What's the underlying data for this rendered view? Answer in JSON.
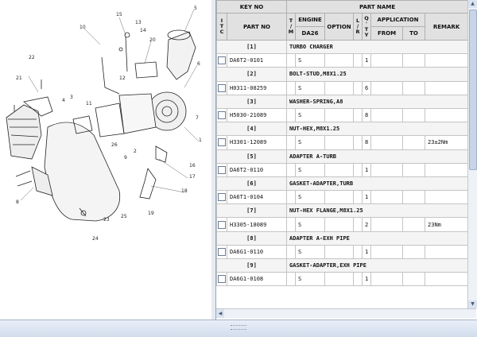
{
  "diagram": {
    "callouts": [
      "1",
      "2",
      "3",
      "4",
      "5",
      "6",
      "7",
      "8",
      "9",
      "10",
      "11",
      "12",
      "13",
      "14",
      "15",
      "16",
      "17",
      "18",
      "19",
      "20",
      "21",
      "22",
      "23",
      "24",
      "25",
      "26"
    ]
  },
  "table": {
    "headers": {
      "key_no": "KEY NO",
      "part_name": "PART NAME",
      "itc": [
        "I",
        "T",
        "C"
      ],
      "part_no": "PART NO",
      "tm": [
        "T",
        "/",
        "M"
      ],
      "engine": "ENGINE",
      "engine_model": "DA26",
      "option": "OPTION",
      "lr": [
        "L",
        "/",
        "R"
      ],
      "qty": [
        "Q",
        "'",
        "T",
        "Y"
      ],
      "application": "APPLICATION",
      "from": "FROM",
      "to": "TO",
      "remark": "REMARK"
    },
    "groups": [
      {
        "key": "[1]",
        "name": "TURBO CHARGER",
        "part_no": "DA6T2-0101",
        "tm": "S",
        "qty": "1",
        "remark": ""
      },
      {
        "key": "[2]",
        "name": "BOLT-STUD,M8X1.25",
        "part_no": "H0311-08259",
        "tm": "S",
        "qty": "6",
        "remark": ""
      },
      {
        "key": "[3]",
        "name": "WASHER-SPRING,A8",
        "part_no": "H5030-21089",
        "tm": "S",
        "qty": "8",
        "remark": ""
      },
      {
        "key": "[4]",
        "name": "NUT-HEX,M8X1.25",
        "part_no": "H3301-12089",
        "tm": "S",
        "qty": "8",
        "remark": "23±2Nm"
      },
      {
        "key": "[5]",
        "name": "ADAPTER A-TURB",
        "part_no": "DA6T2-0110",
        "tm": "S",
        "qty": "1",
        "remark": ""
      },
      {
        "key": "[6]",
        "name": "GASKET-ADAPTER,TURB",
        "part_no": "DA6T1-0104",
        "tm": "S",
        "qty": "1",
        "remark": ""
      },
      {
        "key": "[7]",
        "name": "NUT-HEX FLANGE,M8X1.25",
        "part_no": "H3305-18089",
        "tm": "S",
        "qty": "2",
        "remark": "23Nm"
      },
      {
        "key": "[8]",
        "name": "ADAPTER A-EXH PIPE",
        "part_no": "DA6G1-0110",
        "tm": "S",
        "qty": "1",
        "remark": ""
      },
      {
        "key": "[9]",
        "name": "GASKET-ADAPTER,EXH PIPE",
        "part_no": "DA6G1-0108",
        "tm": "S",
        "qty": "1",
        "remark": ""
      }
    ]
  },
  "scroll": {
    "up": "▲",
    "down": "▼",
    "left": "◀"
  }
}
